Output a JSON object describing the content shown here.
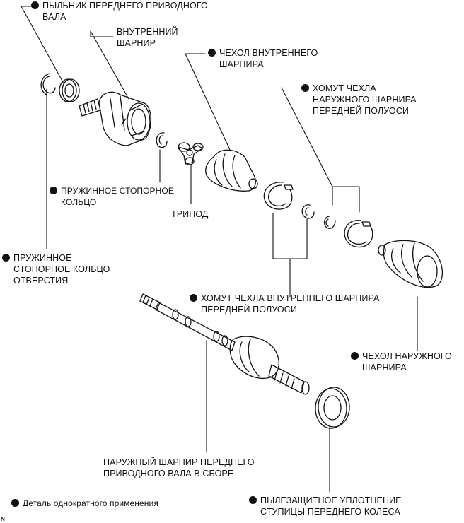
{
  "labels": {
    "dust_cover": [
      "ПЫЛЬНИК ПЕРЕДНЕГО ПРИВОДНОГО",
      "ВАЛА"
    ],
    "inner_joint": [
      "ВНУТРЕННИЙ",
      "ШАРНИР"
    ],
    "inner_boot": [
      "ЧЕХОЛ ВНУТРЕННЕГО",
      "ШАРНИРА"
    ],
    "outer_boot_clamp": [
      "ХОМУТ ЧЕХЛА",
      "НАРУЖНОГО ШАРНИРА",
      "ПЕРЕДНЕЙ ПОЛУОСИ"
    ],
    "snap_ring": [
      "ПРУЖИННОЕ СТОПОРНОЕ",
      "КОЛЬЦО"
    ],
    "tripod": "ТРИПОД",
    "hole_snap_ring": [
      "ПРУЖИННОЕ",
      "СТОПОРНОЕ КОЛЬЦО",
      "ОТВЕРСТИЯ"
    ],
    "inner_boot_clamp": [
      "ХОМУТ ЧЕХЛА ВНУТРЕННЕГО ШАРНИРА",
      "ПЕРЕДНЕЙ ПОЛУОСИ"
    ],
    "outer_boot": [
      "ЧЕХОЛ НАРУЖНОГО",
      "ШАРНИРА"
    ],
    "outer_joint_assy": [
      "НАРУЖНЫЙ ШАРНИР ПЕРЕДНЕГО",
      "ПРИВОДНОГО ВАЛА В СБОРЕ"
    ],
    "hub_seal": [
      "ПЫЛЕЗАЩИТНОЕ УПЛОТНЕНИЕ",
      "СТУПИЦЫ ПЕРЕДНЕГО КОЛЕСА"
    ]
  },
  "legend": {
    "text": "Деталь однократного применения"
  },
  "corner_mark": "N"
}
